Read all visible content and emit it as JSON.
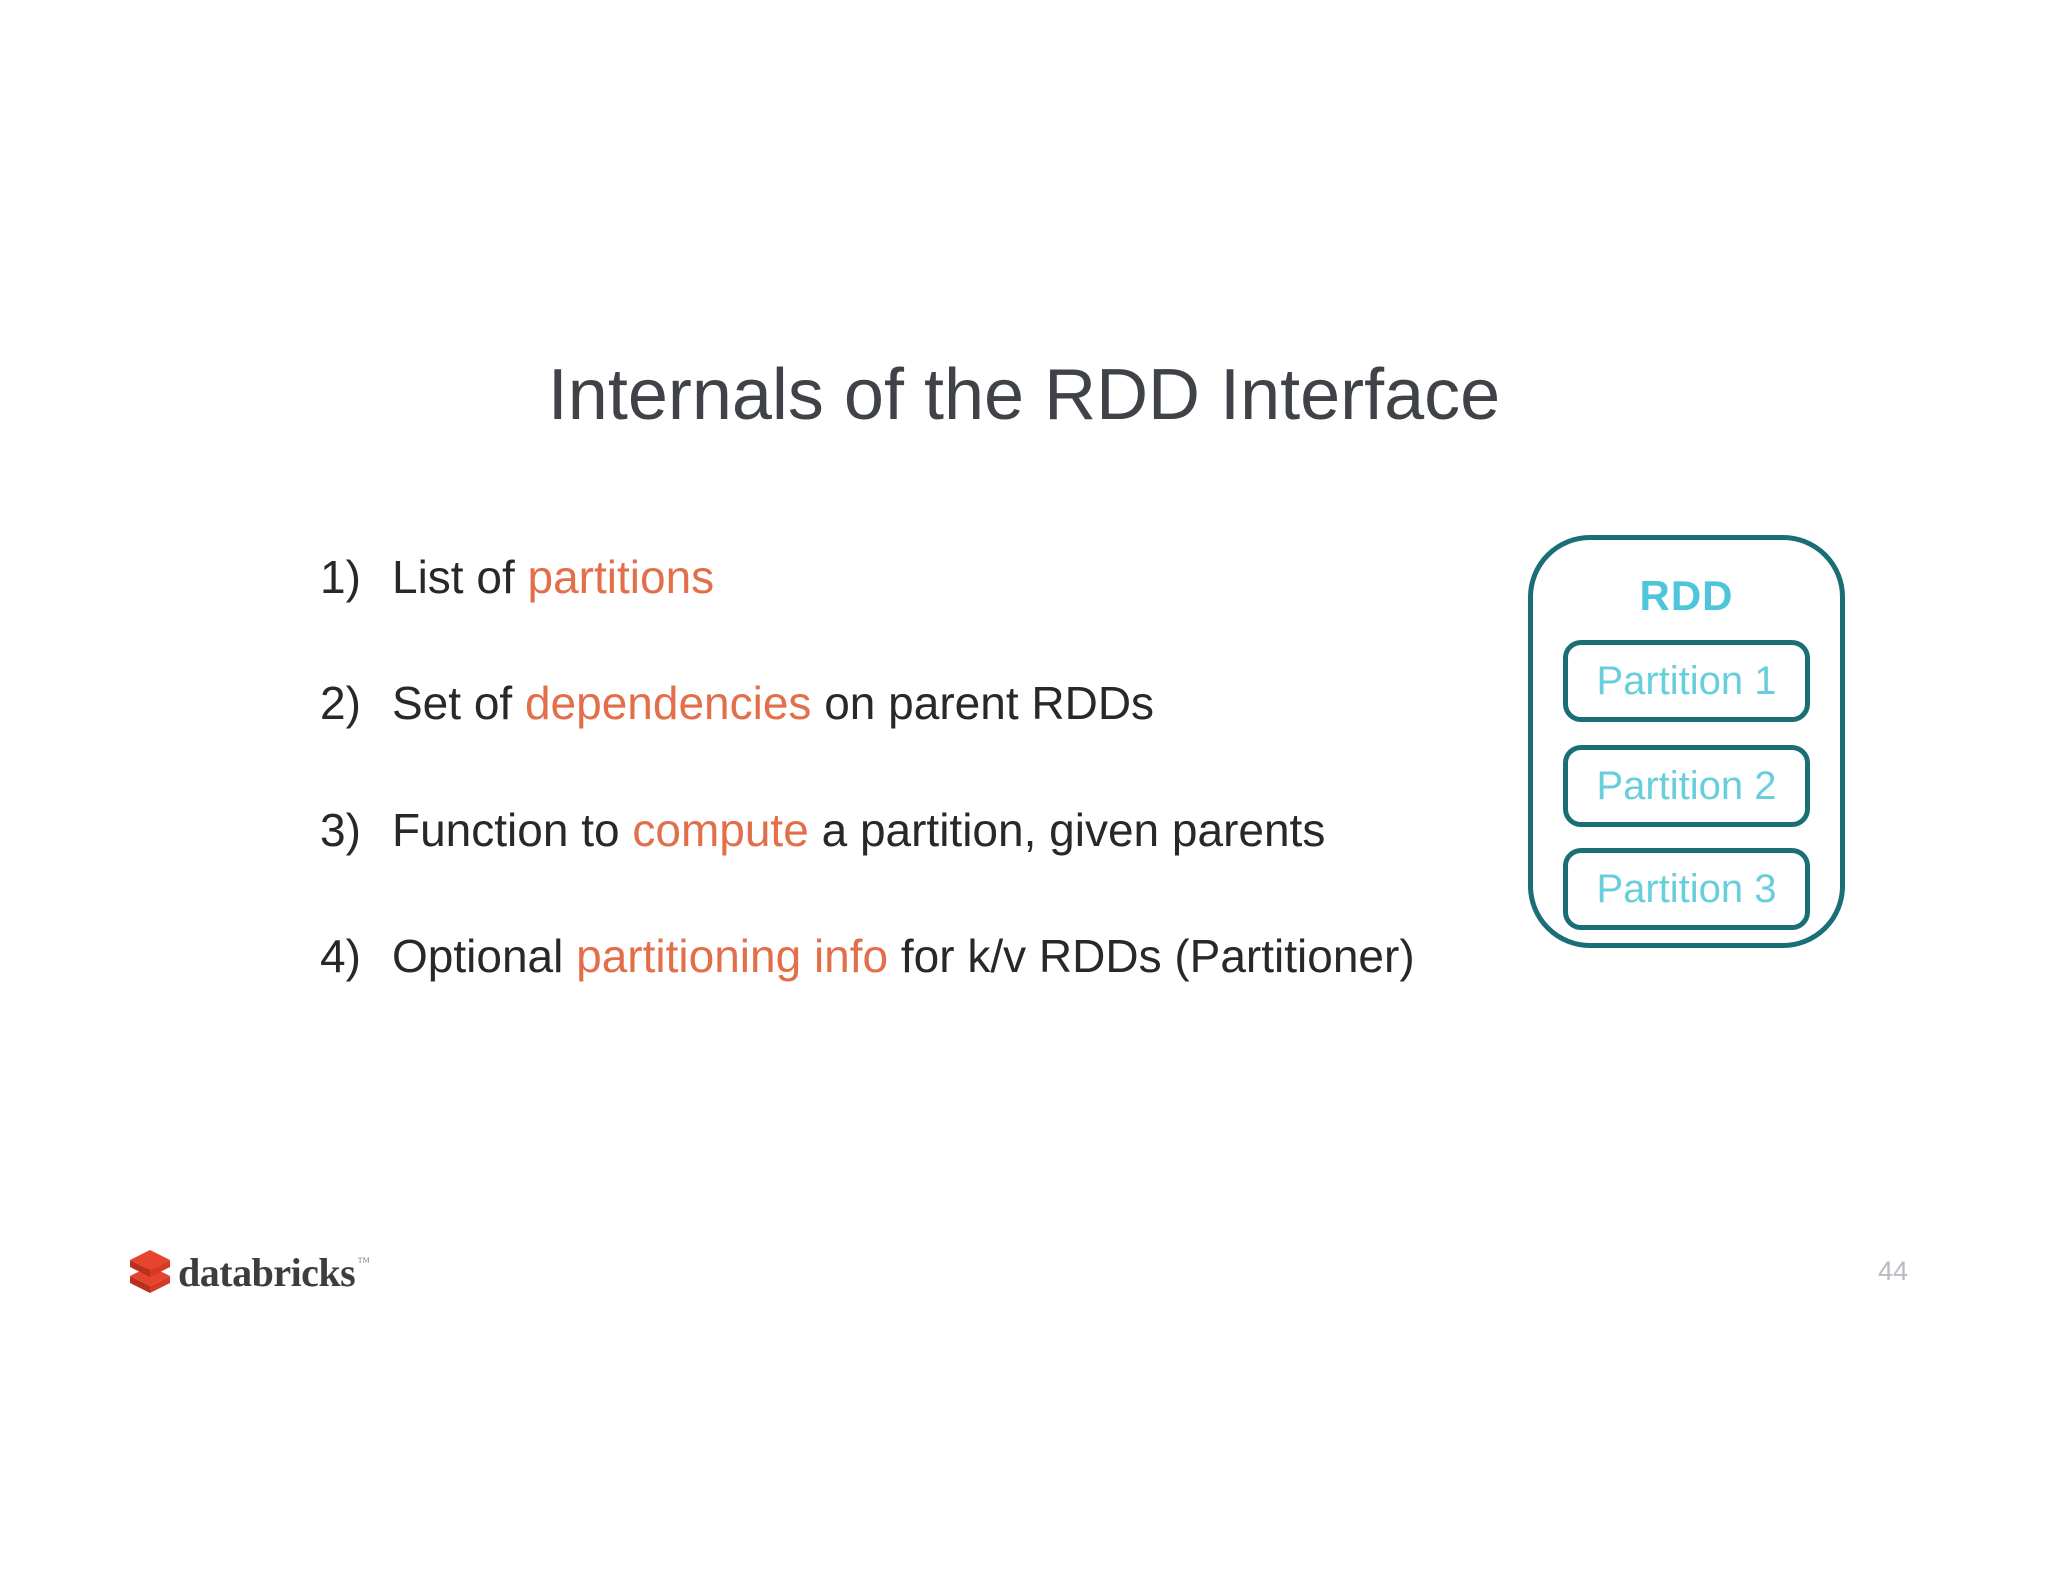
{
  "slide": {
    "title": "Internals of the RDD Interface",
    "items": [
      {
        "number": "1)",
        "pre": "List of ",
        "highlight": "partitions",
        "post": ""
      },
      {
        "number": "2)",
        "pre": "Set of ",
        "highlight": "dependencies",
        "post": " on parent RDDs"
      },
      {
        "number": "3)",
        "pre": "Function to ",
        "highlight": "compute",
        "post": " a partition, given parents"
      },
      {
        "number": "4)",
        "pre": "Optional ",
        "highlight": "partitioning info",
        "post": " for k/v RDDs (Partitioner)"
      }
    ],
    "diagram": {
      "label": "RDD",
      "partitions": [
        "Partition 1",
        "Partition 2",
        "Partition 3"
      ]
    },
    "footer": {
      "brand": "databricks",
      "trademark": "™"
    },
    "page_number": "44",
    "colors": {
      "background": "#ffffff",
      "title_text": "#3f4347",
      "body_text": "#26282a",
      "highlight_text": "#e26e4a",
      "diagram_border": "#1a6e76",
      "rdd_label_text": "#4ec5db",
      "partition_text": "#68cedc",
      "brand_text": "#3d3d3d",
      "brick_red": "#e8432e",
      "brick_dark_red": "#bb2f1d",
      "page_number_text": "#b9bac2"
    }
  }
}
